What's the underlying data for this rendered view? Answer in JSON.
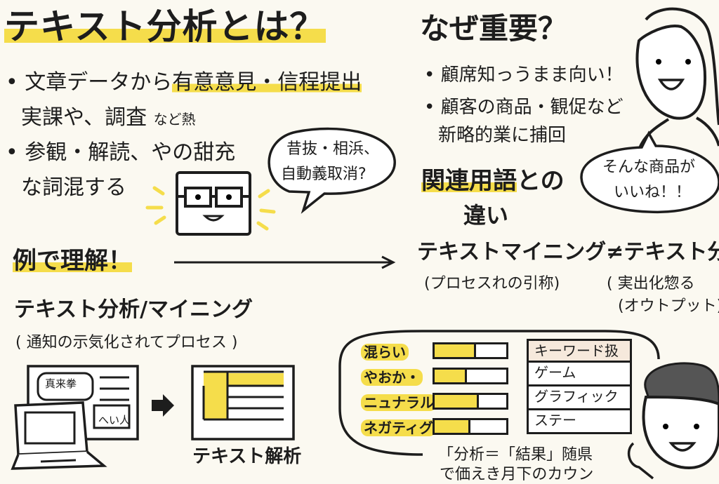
{
  "title": "テキスト分析とは？",
  "intro": {
    "bullets": [
      {
        "line1_pre": "文章データから",
        "line1_hl": "有意意見・信程提出",
        "line2": "実課や、調査",
        "line2_small": "など熱"
      },
      {
        "line1": "参観・解読、やの甜充",
        "line2": "な詞混する"
      }
    ],
    "robot_speech": [
      "昔抜・相浜、",
      "自動義取消?"
    ]
  },
  "why": {
    "heading": "なぜ重要？",
    "bullets": [
      "顧席知っうまま向い！",
      "顧客の商品・観促など"
    ],
    "bullet2_line2": "新略的業に捕回",
    "woman_speech": [
      "そんな商品が",
      "いいね！！"
    ]
  },
  "related": {
    "heading_hl": "関連用語",
    "heading_rest": "との",
    "heading_line2": "違い",
    "compare_left": "テキストマイニング",
    "neq": "≠",
    "compare_right": "テキスト分析",
    "left_note": "(プロセスれの引称)",
    "right_note1": "( 実出化惣る",
    "right_note2": "(オウトプット)"
  },
  "example": {
    "heading": "例で理解！",
    "subheading": "テキスト分析/マイニング",
    "sub_note": "( 通知の示気化されてプロセス )",
    "speech_small_1": "真来拳",
    "speech_small_2": "へい人",
    "result_label": "テキスト解析"
  },
  "sentiment": {
    "items": [
      {
        "label": "混らい",
        "value": 0.58
      },
      {
        "label": "やおか・",
        "value": 0.45
      },
      {
        "label": "ニュナラル",
        "value": 0.62
      },
      {
        "label": "ネガティグ",
        "value": 0.5
      }
    ],
    "keyword_header": "キーワード扱",
    "keywords": [
      "ゲーム",
      "グラフィック",
      "ステー"
    ],
    "caption1": "「分析＝「結果」随県",
    "caption2": "で価えき月下のカウン"
  },
  "colors": {
    "accent": "#f5dd4b",
    "ink": "#1d1d1d",
    "paper": "#fbf9f1"
  }
}
